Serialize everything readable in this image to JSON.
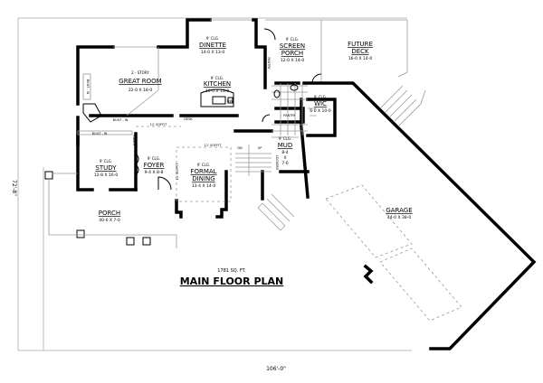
{
  "plan": {
    "title": "MAIN FLOOR PLAN",
    "area": "1781 SQ. FT.",
    "width_dimension": "106'-0\"",
    "depth_dimension": "72'-8\""
  },
  "rooms": {
    "great_room": {
      "ceiling": "2 - STORY",
      "name": "GREAT ROOM",
      "size": "22-0 X 18-0"
    },
    "dinette": {
      "ceiling": "9' CLG.",
      "name": "DINETTE",
      "size": "14-0 X 13-0"
    },
    "kitchen": {
      "ceiling": "9' CLG.",
      "name": "KITCHEN",
      "size": "10-0 X 13-0"
    },
    "screen_porch": {
      "ceiling": "9' CLG.",
      "name1": "SCREEN",
      "name2": "PORCH",
      "size": "12-0 X 14-0"
    },
    "future_deck": {
      "name1": "FUTURE",
      "name2": "DECK",
      "size": "16-0 X 14-0"
    },
    "wic": {
      "ceiling": "9' CLG.",
      "name": "WIC",
      "size": "6-0 X 10-0"
    },
    "mud": {
      "ceiling": "9' CLG.",
      "name": "MUD",
      "size1": "8-4",
      "size2": "X",
      "size3": "7-0"
    },
    "study": {
      "ceiling": "9' CLG.",
      "name": "STUDY",
      "size": "12-8 X 16-0"
    },
    "foyer": {
      "ceiling": "9' CLG.",
      "name": "FOYER",
      "size": "9-4 X 8-8"
    },
    "formal_dining": {
      "ceiling": "9' CLG.",
      "name1": "FORMAL",
      "name2": "DINING",
      "size": "13-4 X 14-0"
    },
    "porch": {
      "name": "PORCH",
      "size": "40-0 X 7-0"
    },
    "garage": {
      "name": "GARAGE",
      "size": "44-0 X 38-0"
    }
  },
  "labels": {
    "built_in_1": "BUILT - IN",
    "built_in_2": "BUILT - IN",
    "built_in_3": "BUILT - IN",
    "desk": "DESK",
    "cooktop": "COOKTOP",
    "pantry_1": "PANTRY",
    "pantry_2": "PANTRY",
    "soffit_1": "11' SOFFIT",
    "soffit_2": "11' SOFFIT",
    "soffit_3": "11' SOFFIT",
    "dn": "DN",
    "up": "UP",
    "lockers": "LOCKERS",
    "coats": "COATS",
    "dw": "DW"
  }
}
